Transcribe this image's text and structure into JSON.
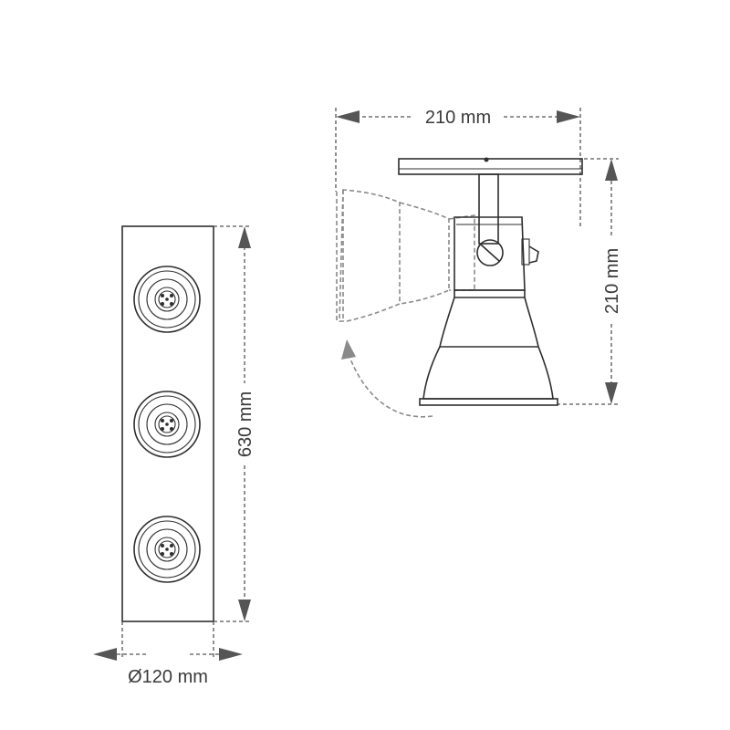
{
  "dimensions": {
    "front_width": "210 mm",
    "side_height": "210 mm",
    "track_length": "630 mm",
    "diameter": "Ø120 mm"
  }
}
